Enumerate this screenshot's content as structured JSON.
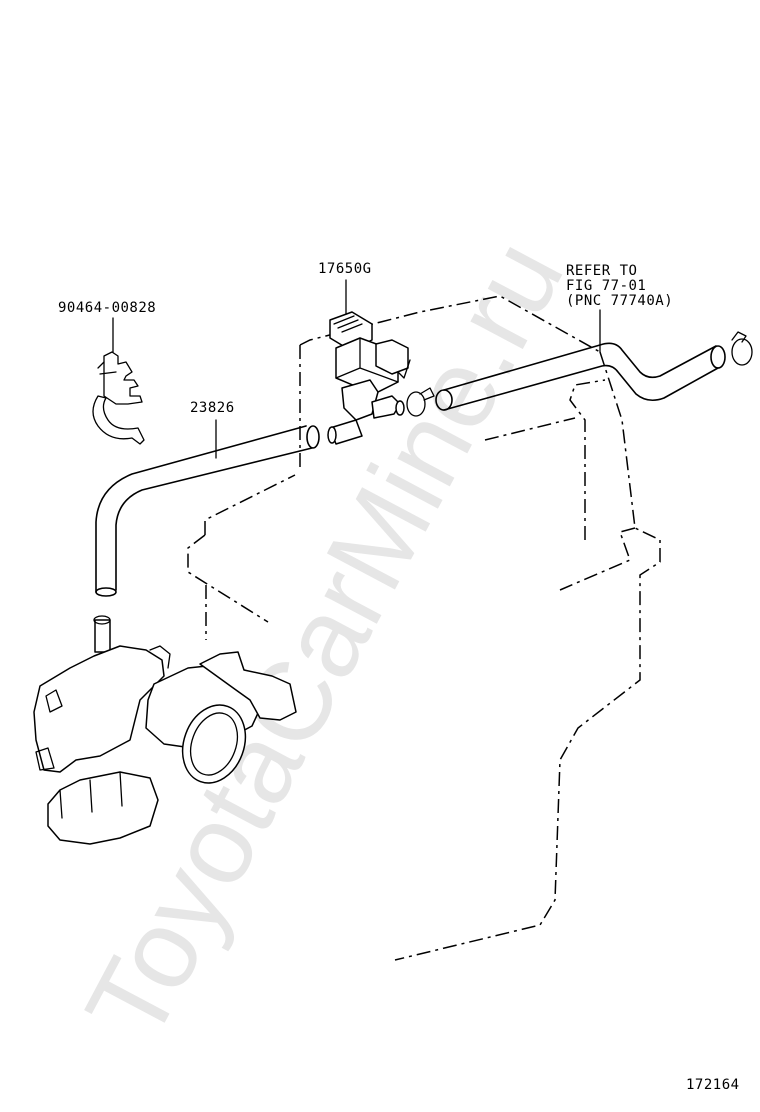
{
  "watermark": "ToyotaCarMine.ru",
  "parts": {
    "clamp": "90464-00828",
    "hose": "23826",
    "valve": "17650G",
    "refer": [
      "REFER TO",
      "FIG 77-01",
      "(PNC 77740A)"
    ]
  },
  "figure_number": "172164"
}
